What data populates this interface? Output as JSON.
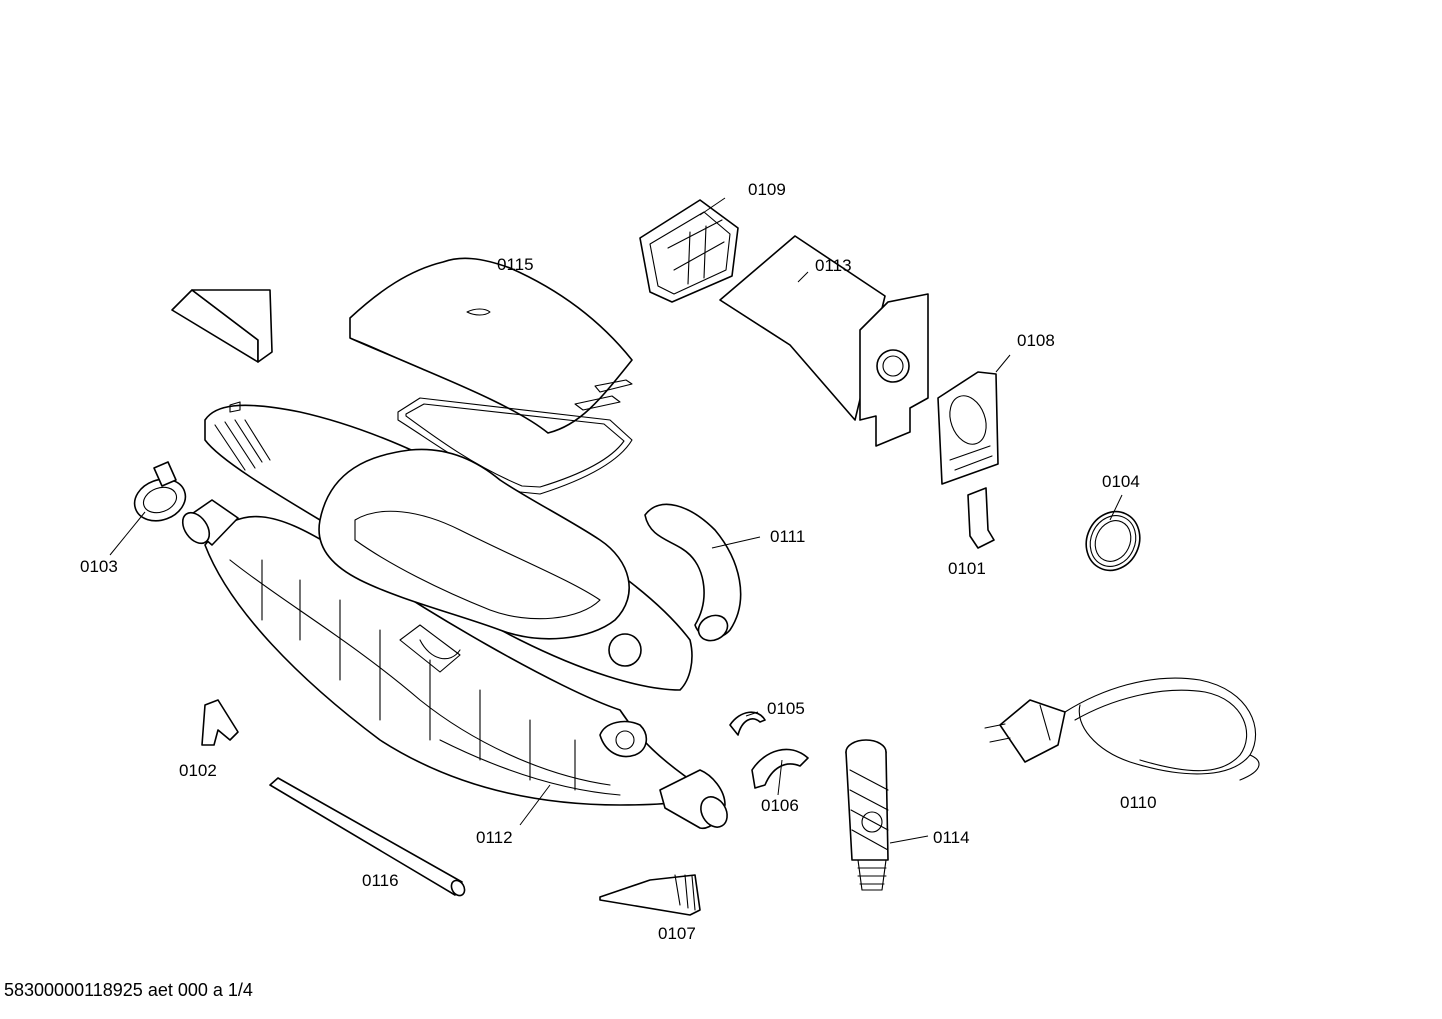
{
  "labels": {
    "p0101": "0101",
    "p0102": "0102",
    "p0103": "0103",
    "p0104": "0104",
    "p0105": "0105",
    "p0106": "0106",
    "p0107": "0107",
    "p0108": "0108",
    "p0109": "0109",
    "p0110": "0110",
    "p0111": "0111",
    "p0112": "0112",
    "p0113": "0113",
    "p0114": "0114",
    "p0115": "0115",
    "p0116": "0116"
  },
  "footer": "58300000118925 aet 000 a 1/4"
}
